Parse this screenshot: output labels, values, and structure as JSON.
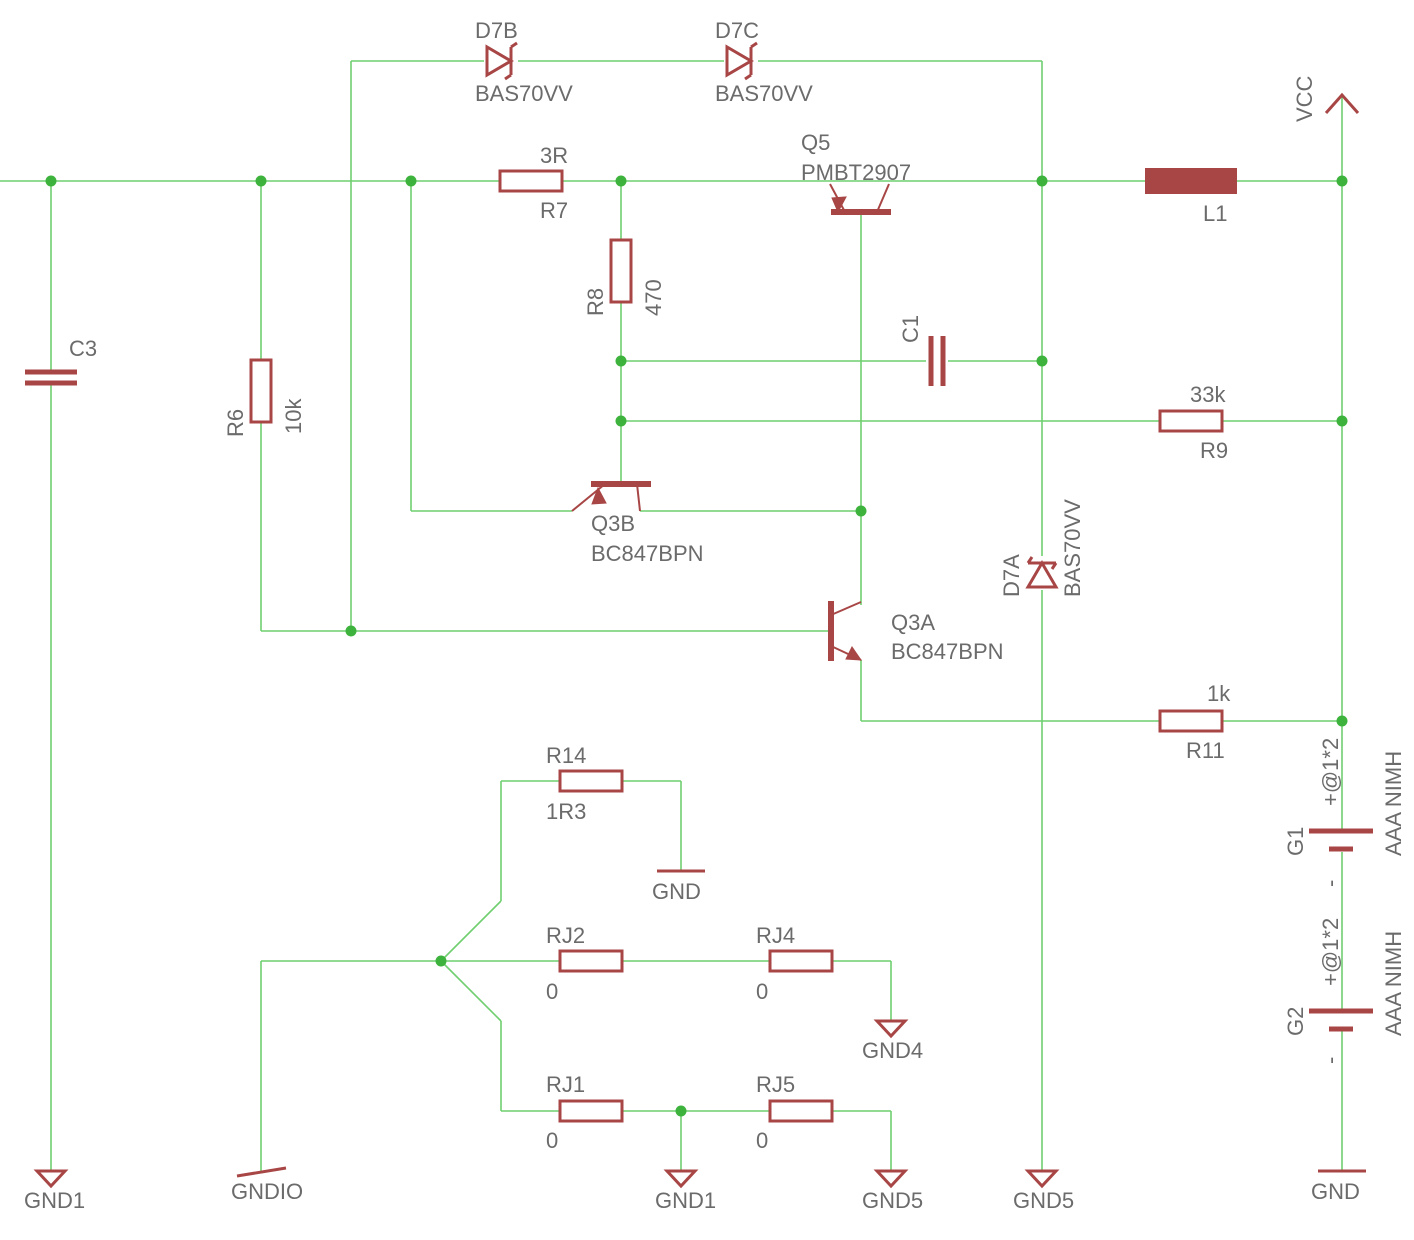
{
  "schematic": {
    "components": {
      "d7b": {
        "name": "D7B",
        "value": "BAS70VV"
      },
      "d7c": {
        "name": "D7C",
        "value": "BAS70VV"
      },
      "d7a": {
        "name": "D7A",
        "value": "BAS70VV"
      },
      "r7": {
        "name": "R7",
        "value": "3R"
      },
      "r8": {
        "name": "R8",
        "value": "470"
      },
      "r6": {
        "name": "R6",
        "value": "10k"
      },
      "r9": {
        "name": "R9",
        "value": "33k"
      },
      "r11": {
        "name": "R11",
        "value": "1k"
      },
      "r14": {
        "name": "R14",
        "value": "1R3"
      },
      "rj2": {
        "name": "RJ2",
        "value": "0"
      },
      "rj4": {
        "name": "RJ4",
        "value": "0"
      },
      "rj1": {
        "name": "RJ1",
        "value": "0"
      },
      "rj5": {
        "name": "RJ5",
        "value": "0"
      },
      "c3": {
        "name": "C3"
      },
      "c1": {
        "name": "C1"
      },
      "l1": {
        "name": "L1"
      },
      "q5": {
        "name": "Q5",
        "value": "PMBT2907"
      },
      "q3b": {
        "name": "Q3B",
        "value": "BC847BPN"
      },
      "q3a": {
        "name": "Q3A",
        "value": "BC847BPN"
      },
      "g1": {
        "name": "G1",
        "value": "AAA NIMH",
        "plus": "+@1*2",
        "minus": "-"
      },
      "g2": {
        "name": "G2",
        "value": "AAA NIMH",
        "plus": "+@1*2",
        "minus": "-"
      }
    },
    "supplies": {
      "vcc": "VCC",
      "gnd1_left": "GND1",
      "gndio": "GNDIO",
      "gnd1_mid": "GND1",
      "gnd5_mid": "GND5",
      "gnd5_right": "GND5",
      "gnd_right": "GND",
      "gnd_r14": "GND",
      "gnd4": "GND4"
    }
  }
}
